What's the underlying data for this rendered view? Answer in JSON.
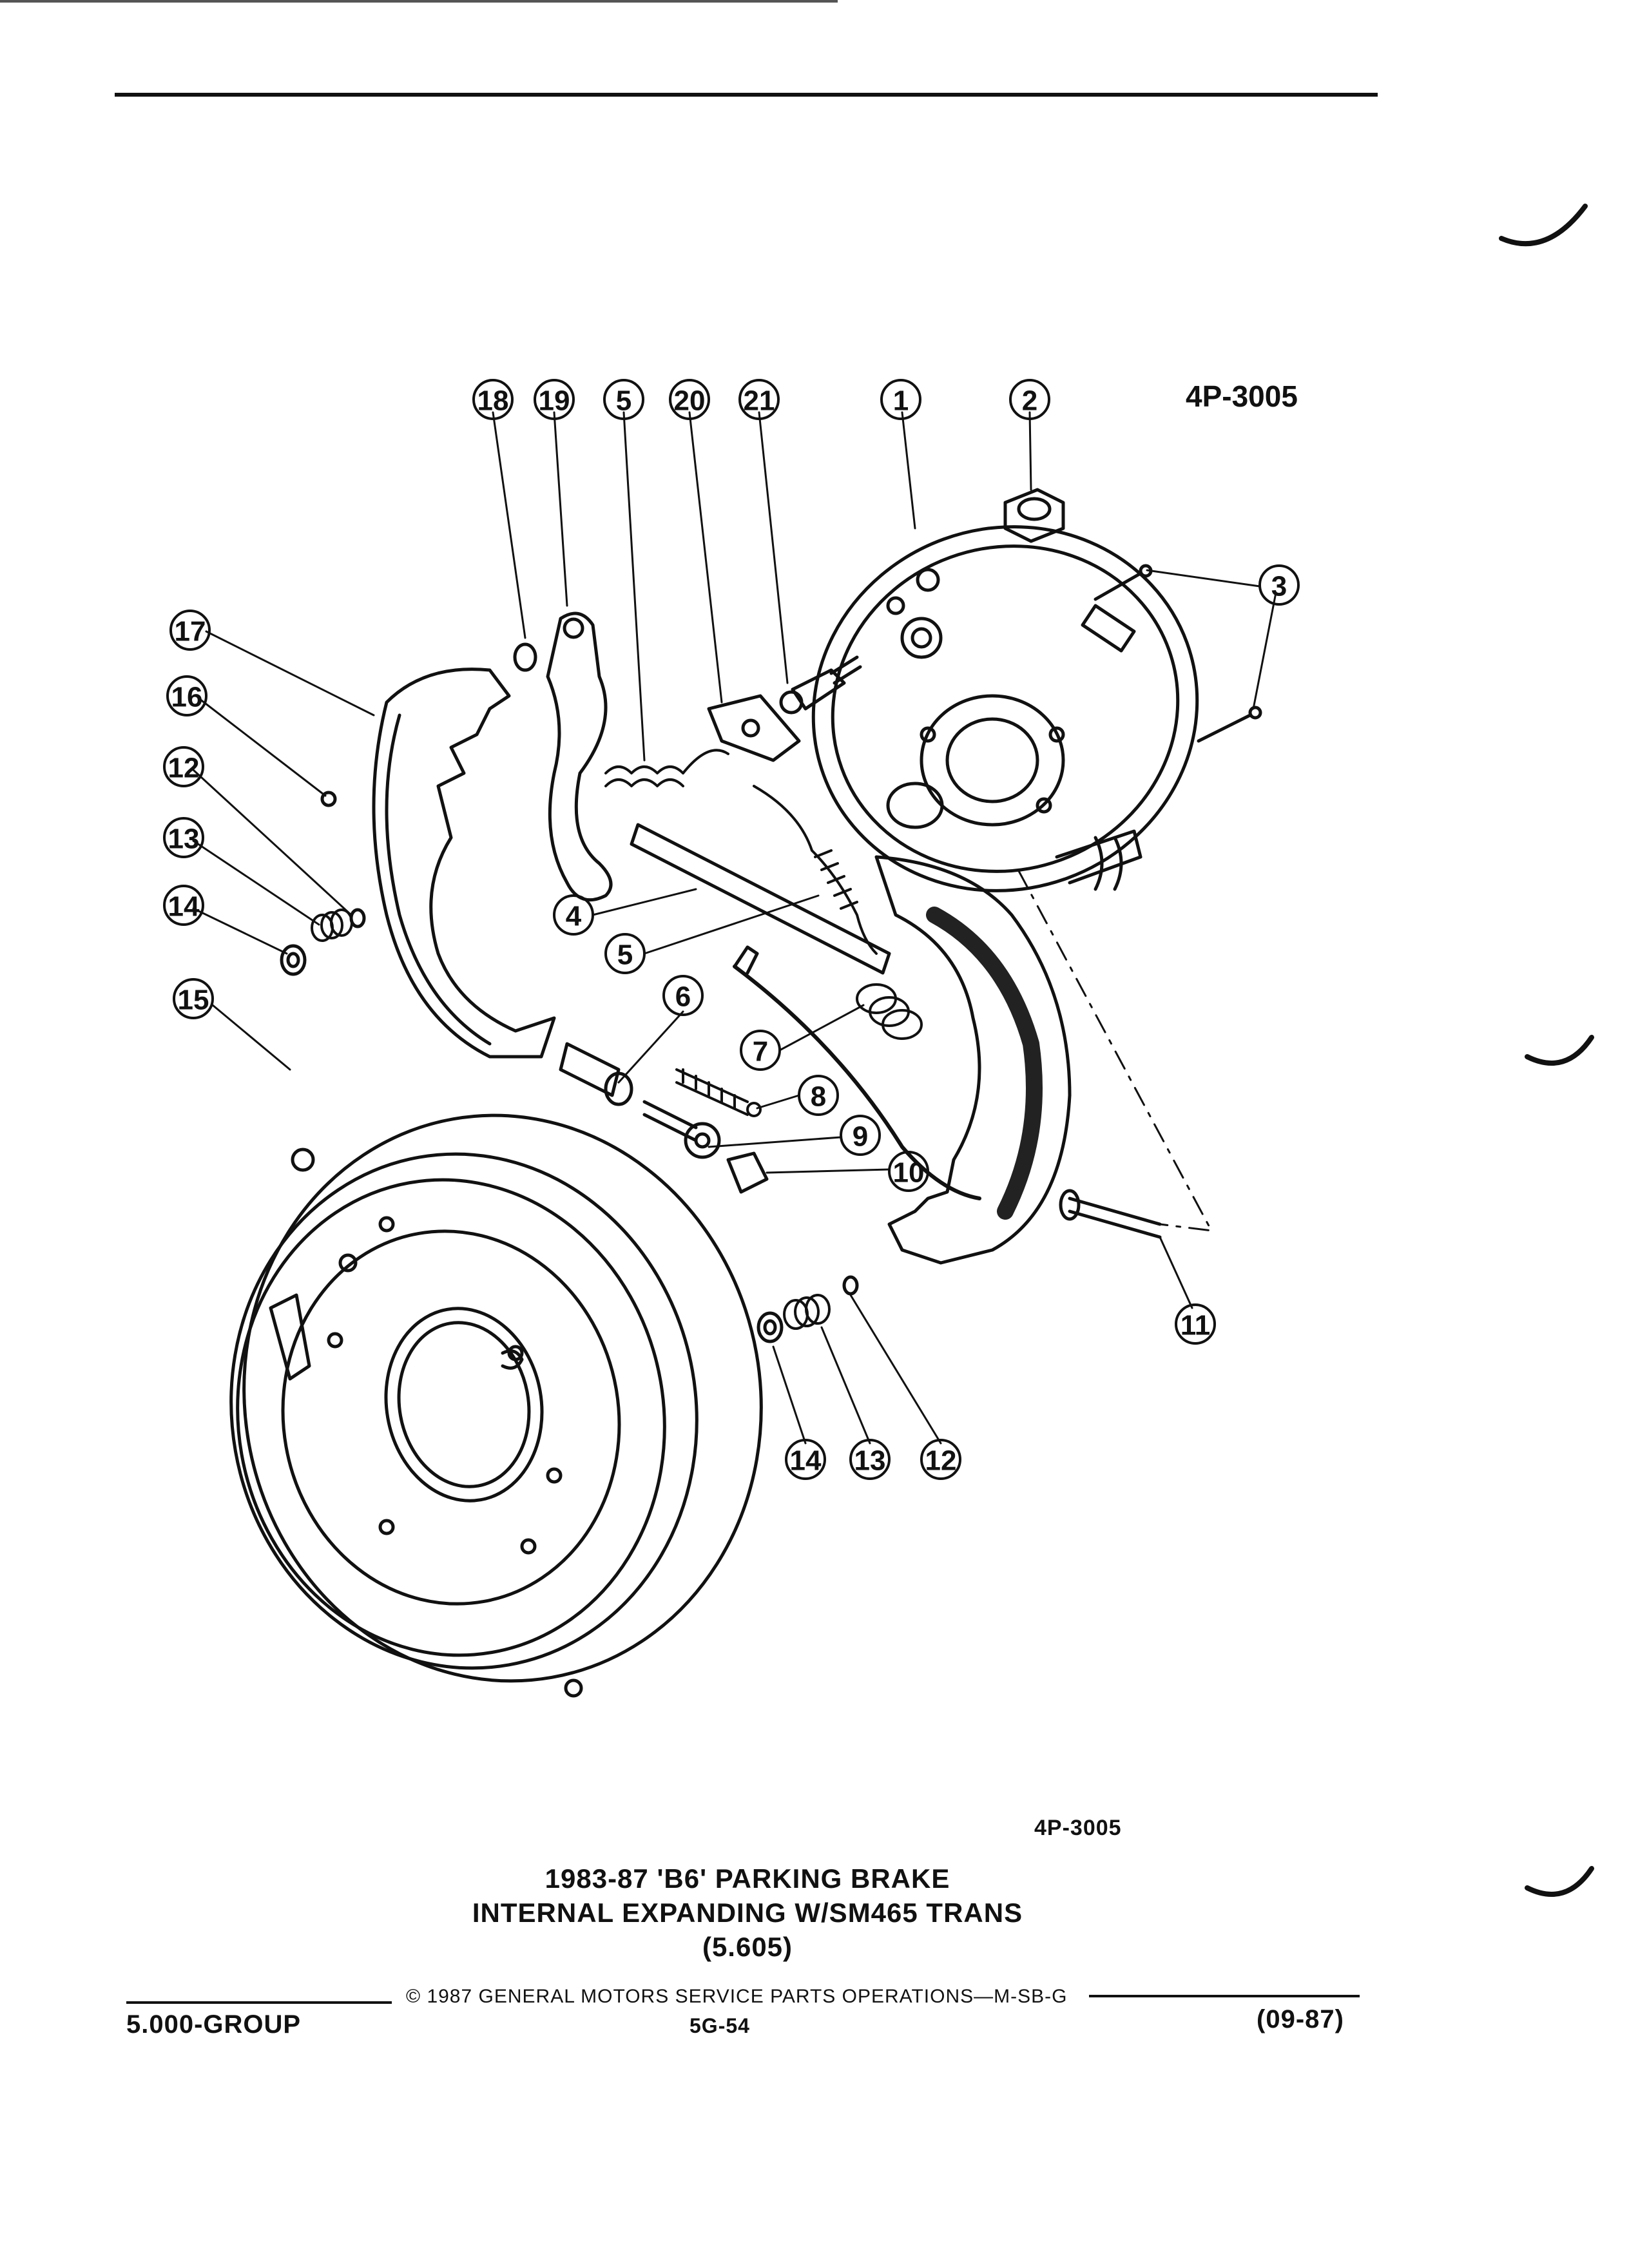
{
  "figure_code_top": "4P-3005",
  "figure_code_bottom": "4P-3005",
  "caption": {
    "line1": "1983-87 'B6' PARKING BRAKE",
    "line2": "INTERNAL EXPANDING W/SM465 TRANS",
    "line3": "(5.605)"
  },
  "footer": {
    "copyright": "© 1987 GENERAL MOTORS SERVICE PARTS OPERATIONS—M-SB-G",
    "group": "5.000-GROUP",
    "page": "5G-54",
    "date": "(09-87)"
  },
  "callouts": [
    "18",
    "19",
    "5",
    "20",
    "21",
    "1",
    "2",
    "3",
    "17",
    "16",
    "12",
    "13",
    "14",
    "4",
    "5",
    "6",
    "7",
    "8",
    "9",
    "10",
    "15",
    "11",
    "14",
    "13",
    "12"
  ]
}
